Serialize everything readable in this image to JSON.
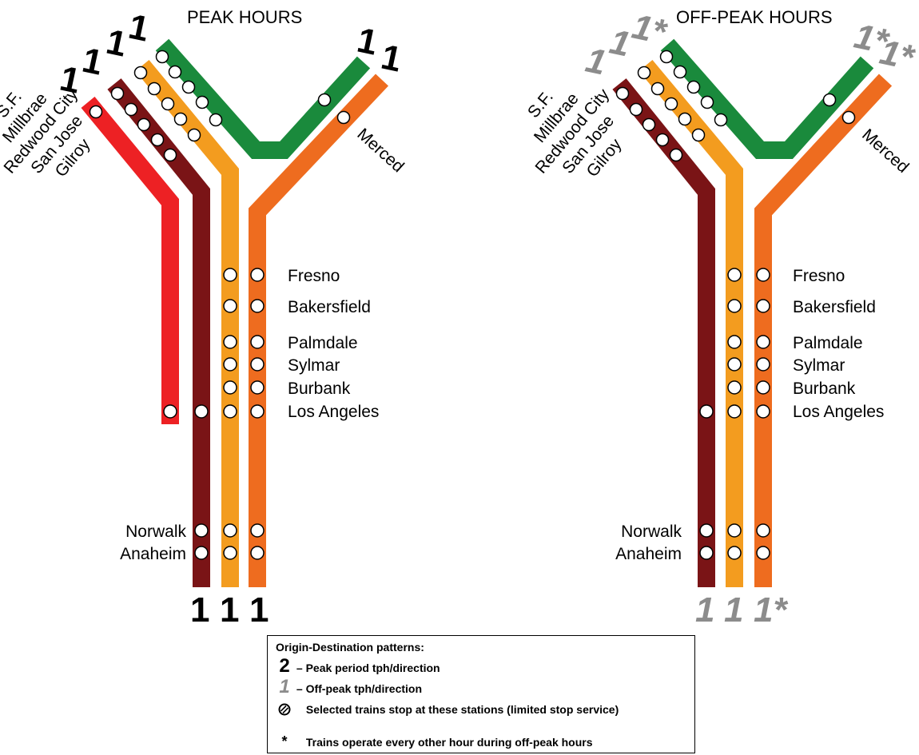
{
  "titles": {
    "peak": "PEAK HOURS",
    "offpeak": "OFF-PEAK HOURS"
  },
  "colors": {
    "sf_gilroy": "#ed2124",
    "sf_anaheim": "#7a1416",
    "sf_anaheim_2": "#f39c1f",
    "merced_sf": "#1a8a3c",
    "merced_anaheim": "#ee6c1f",
    "peak_number": "#000000",
    "offpeak_number": "#8c8c8c"
  },
  "north_stations": [
    "S.F.",
    "Millbrae",
    "Redwood City",
    "San Jose",
    "Gilroy"
  ],
  "north_east_station": "Merced",
  "south_stations": [
    "Fresno",
    "Bakersfield",
    "Palmdale",
    "Sylmar",
    "Burbank",
    "Los Angeles"
  ],
  "far_south_stations": [
    "Norwalk",
    "Anaheim"
  ],
  "peak": {
    "top_left": [
      "1",
      "1",
      "1",
      "1"
    ],
    "top_right": [
      "1",
      "1"
    ],
    "bottom": [
      "1",
      "1",
      "1"
    ]
  },
  "offpeak": {
    "top_left": [
      "1",
      "1",
      "1*"
    ],
    "top_right": [
      "1*",
      "1*"
    ],
    "bottom": [
      "1",
      "1",
      "1*"
    ]
  },
  "legend": {
    "title": "Origin-Destination patterns:",
    "peak_symbol": "2",
    "peak_text": "– Peak period tph/direction",
    "offpeak_symbol": "1",
    "offpeak_text": "– Off-peak tph/direction",
    "hatched_icon": "hatched-circle-icon",
    "limited_text": "Selected trains stop at these stations (limited stop service)",
    "asterisk_symbol": "*",
    "asterisk_text": "Trains operate every other hour during off-peak hours"
  }
}
